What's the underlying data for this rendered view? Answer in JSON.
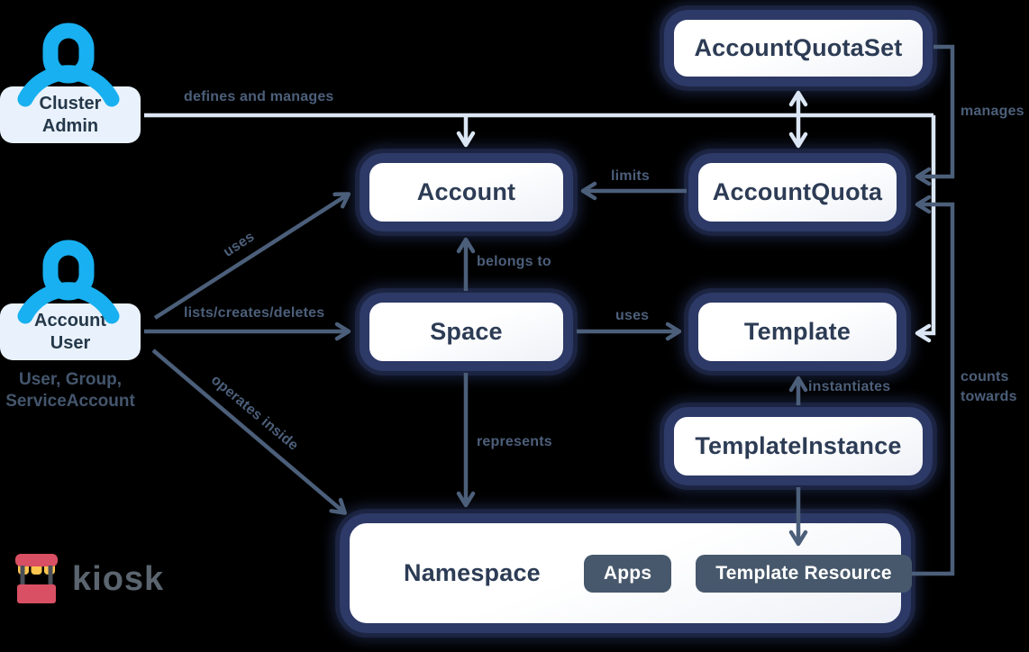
{
  "colors": {
    "background": "#000000",
    "node_border": "#2d3966",
    "node_text": "#2d3c55",
    "slate": "#4c5f7a",
    "light_arrow": "#dbe6f4",
    "actor_box_bg": "#e9f2fc",
    "actor_text": "#25384a",
    "person_blue": "#18b0f0",
    "chip_bg": "#47586c",
    "chip_text": "#ffffff",
    "logo_red": "#d94f63",
    "logo_yellow": "#fcc64e",
    "logo_dark": "#4a4f58",
    "logo_text": "#5b656f",
    "subtitle_text": "#44566d"
  },
  "nodes": {
    "account_quota_set": "AccountQuotaSet",
    "account": "Account",
    "account_quota": "AccountQuota",
    "space": "Space",
    "template": "Template",
    "template_instance": "TemplateInstance",
    "namespace": "Namespace",
    "apps": "Apps",
    "template_resource": "Template Resource"
  },
  "actors": {
    "cluster_admin": {
      "name": "Cluster Admin"
    },
    "account_user": {
      "name": "Account User",
      "subtitle": "User, Group, ServiceAccount"
    }
  },
  "edges": {
    "defines_and_manages": "defines and manages",
    "manages": "manages",
    "limits": "limits",
    "belongs_to": "belongs to",
    "uses_account": "uses",
    "lists_creates_deletes": "lists/creates/deletes",
    "uses_template": "uses",
    "instantiates": "instantiates",
    "counts_towards": "counts towards",
    "represents": "represents",
    "operates_inside": "operates inside"
  },
  "logo": {
    "name": "kiosk"
  }
}
